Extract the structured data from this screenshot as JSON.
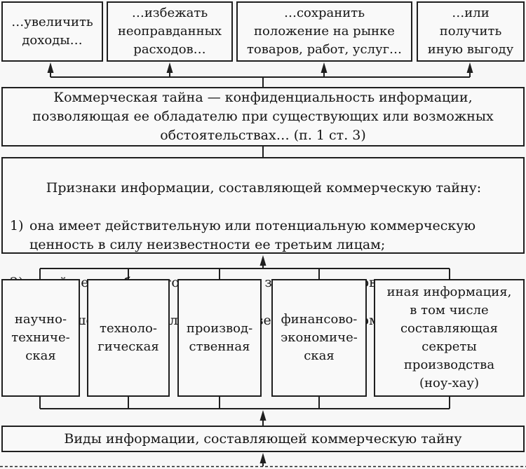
{
  "page": {
    "background": "#f7f7f7",
    "ink": "#1f1f1f",
    "language": "ru"
  },
  "goals": [
    {
      "text": "…увеличить\nдоходы…"
    },
    {
      "text": "…избежать\nнеоправданных\nрасходов…"
    },
    {
      "text": "…сохранить\nположение на рынке\nтоваров, работ, услуг…"
    },
    {
      "text": "…или\nполучить\nиную выгоду"
    }
  ],
  "definition": {
    "text": "Коммерческая тайна — конфиденциальность информации,\nпозволяющая ее обладателю при существующих или возможных\nобстоятельствах… (п. 1 ст. 3)"
  },
  "features": {
    "heading": "Признаки информации, составляющей коммерческую тайну:",
    "items": [
      {
        "num": "1)",
        "text": "она имеет действительную или потенциальную коммерческую\nценность в силу неизвестности ее третьим лицам;"
      },
      {
        "num": "2)",
        "text": "к ней нет свободного доступа на законном основании;"
      },
      {
        "num": "3)",
        "text": "в отношении нее обладателем введен режим коммерческой тайны"
      }
    ]
  },
  "types": [
    {
      "text": "научно-\nтехниче-\nская"
    },
    {
      "text": "техноло-\nгическая"
    },
    {
      "text": "производ-\nственная"
    },
    {
      "text": "финансово-\nэкономиче-\nская"
    },
    {
      "text": "иная информация,\nв том числе\nсоставляющая\nсекреты\nпроизводства\n(ноу-хау)"
    }
  ],
  "types_label": {
    "text": "Виды информации, составляющей коммерческую тайну"
  }
}
